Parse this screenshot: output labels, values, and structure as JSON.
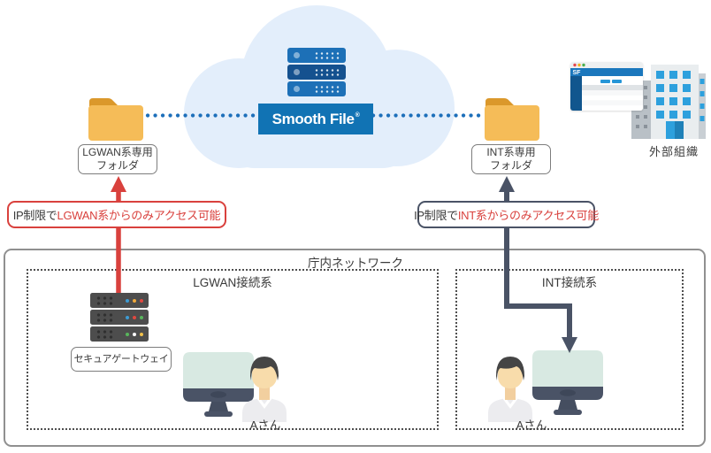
{
  "cloud": {
    "service_name": "Smooth File",
    "trademark": "®"
  },
  "folders": {
    "lgwan": {
      "line1": "LGWAN系専用",
      "line2": "フォルダ"
    },
    "int": {
      "line1": "INT系専用",
      "line2": "フォルダ"
    }
  },
  "external_org": {
    "label": "外部組織",
    "browser_badge": "SF"
  },
  "callouts": {
    "lgwan": {
      "prefix": "IP制限で",
      "highlight": "LGWAN系からのみアクセス可能"
    },
    "int": {
      "prefix": "IP制限で",
      "highlight": "INT系からのみアクセス可能"
    }
  },
  "office_network": {
    "title": "庁内ネットワーク",
    "lgwan_zone": {
      "title": "LGWAN接続系",
      "gateway": "セキュアゲートウェイ",
      "user": "Aさん"
    },
    "int_zone": {
      "title": "INT接続系",
      "user": "Aさん"
    }
  },
  "colors": {
    "accent_red": "#d9413d",
    "accent_navy": "#4a5366",
    "brand_blue": "#1173b4",
    "dot_line_blue": "#1d6fba",
    "folder_orange": "#f5bc58"
  }
}
